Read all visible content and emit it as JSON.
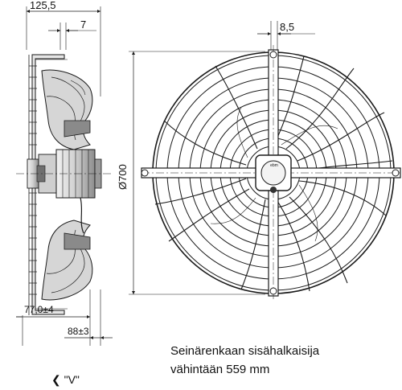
{
  "dimensions": {
    "width_total": "125,5",
    "guard_depth": "7",
    "bracket_thickness": "8,5",
    "diameter": "Ø700",
    "offset_1": "77,0±4",
    "offset_2": "88±3"
  },
  "hub_label": "ebm",
  "note": {
    "line1": "Seinärenkaan sisähalkaisija",
    "line2": "vähintään 559 mm"
  },
  "view_label": "❮ \"V\"",
  "colors": {
    "line": "#1a1a1a",
    "fill_light": "#e9e9e9",
    "fill_mid": "#bdbdbd",
    "fill_dark": "#555555"
  }
}
